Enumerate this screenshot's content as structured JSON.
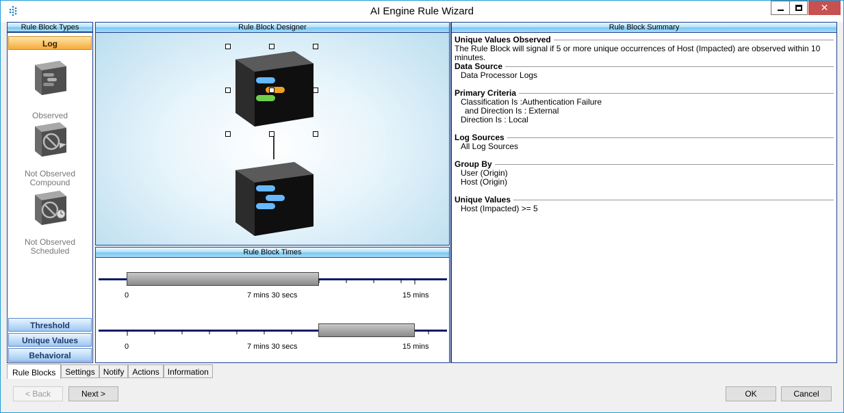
{
  "window": {
    "title": "AI Engine Rule Wizard"
  },
  "left_panel": {
    "header": "Rule Block Types",
    "active_category": "Log",
    "items": [
      {
        "label": "Observed"
      },
      {
        "label": "Not Observed Compound"
      },
      {
        "label": "Not Observed Scheduled"
      }
    ],
    "categories": [
      "Threshold",
      "Unique Values",
      "Behavioral"
    ]
  },
  "designer": {
    "header": "Rule Block Designer"
  },
  "times": {
    "header": "Rule Block Times",
    "rows": [
      {
        "labels": [
          "0",
          "7 mins 30 secs",
          "15 mins"
        ]
      },
      {
        "labels": [
          "0",
          "7 mins 30 secs",
          "15 mins"
        ]
      }
    ]
  },
  "summary": {
    "header": "Rule Block Summary",
    "sections": [
      {
        "title": "Unique Values Observed",
        "lines": [
          "The Rule Block will signal if 5 or more unique occurrences of Host (Impacted) are observed within 10 minutes."
        ]
      },
      {
        "title": "Data Source",
        "lines": [
          "Data Processor Logs"
        ]
      },
      {
        "title": "Primary Criteria",
        "lines": [
          "Classification Is :Authentication Failure",
          "and Direction Is : External",
          "Direction Is : Local"
        ]
      },
      {
        "title": "Log Sources",
        "lines": [
          "All Log Sources"
        ]
      },
      {
        "title": "Group By",
        "lines": [
          "User (Origin)",
          "Host (Origin)"
        ]
      },
      {
        "title": "Unique Values",
        "lines": [
          "Host (Impacted) >= 5"
        ]
      }
    ]
  },
  "tabs": [
    "Rule Blocks",
    "Settings",
    "Notify",
    "Actions",
    "Information"
  ],
  "buttons": {
    "back": "< Back",
    "next": "Next >",
    "ok": "OK",
    "cancel": "Cancel"
  }
}
